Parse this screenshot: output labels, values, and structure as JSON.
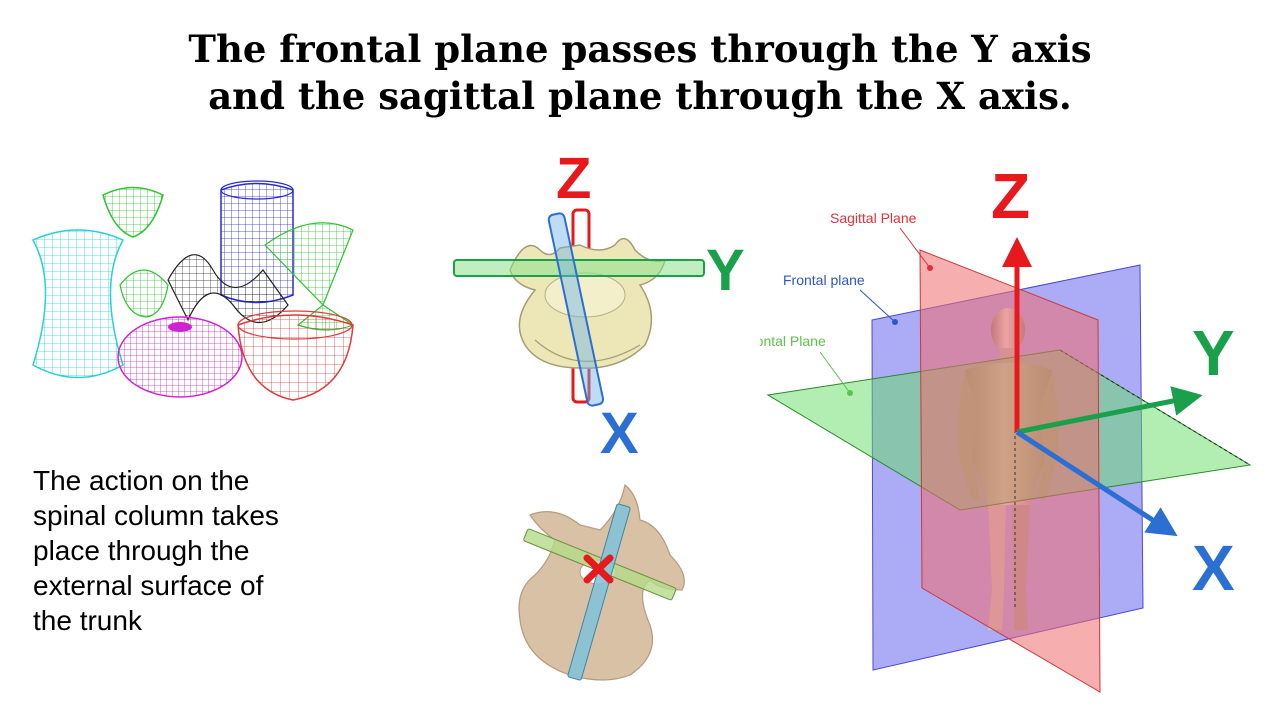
{
  "slide": {
    "title_lines": [
      "The frontal plane passes through the Y axis",
      "and the sagittal plane through the X axis."
    ],
    "body_lines": [
      "The action on the",
      "spinal column takes",
      "place through the",
      "external surface of",
      "the trunk"
    ]
  },
  "vertebra_diagram": {
    "z_label": "Z",
    "y_label": "Y",
    "x_label": "X"
  },
  "planes_diagram": {
    "z_label": "Z",
    "y_label": "Y",
    "x_label": "X",
    "sagittal_label": "Sagittal Plane",
    "frontal_label": "Frontal plane",
    "horizontal_label": "Horizontal Plane"
  },
  "colors": {
    "axis_red": "#e8191d",
    "axis_green": "#1aa04a",
    "axis_blue": "#2b6fd2",
    "sagittal_text": "#e0303a",
    "frontal_text": "#2f55c8",
    "horizontal_text": "#5cc34a"
  }
}
